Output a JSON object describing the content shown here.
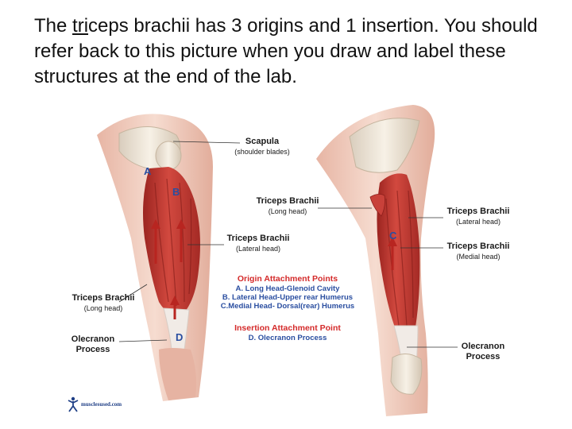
{
  "heading": {
    "part1": "The ",
    "underlined": "tri",
    "part2": "ceps brachii has 3 origins and 1 insertion. You should refer back to this picture when you draw and label these structures at the end of the lab."
  },
  "labels": {
    "scapula": {
      "title": "Scapula",
      "sub": "(shoulder blades)"
    },
    "tri_long_right": {
      "title": "Triceps Brachii",
      "sub": "(Long head)"
    },
    "tri_lateral_right": {
      "title": "Triceps Brachii",
      "sub": "(Lateral head)"
    },
    "tri_medial_right": {
      "title": "Triceps Brachii",
      "sub": "(Medial head)"
    },
    "tri_lateral_left": {
      "title": "Triceps Brachii",
      "sub": "(Lateral head)"
    },
    "tri_long_left": {
      "title": "Triceps Brachii",
      "sub": "(Long head)"
    },
    "olecranon_left": {
      "title": "Olecranon",
      "sub": "Process"
    },
    "olecranon_right": {
      "title": "Olecranon",
      "sub": "Process"
    }
  },
  "letters": {
    "a": "A",
    "b": "B",
    "c": "C",
    "d": "D"
  },
  "origin": {
    "heading": "Origin Attachment Points",
    "items": [
      "A. Long Head-Glenoid Cavity",
      "B. Lateral Head-Upper rear Humerus",
      "C.Medial Head- Dorsal(rear) Humerus"
    ]
  },
  "insertion": {
    "heading": "Insertion Attachment Point",
    "item": "D. Olecranon Process"
  },
  "logo": {
    "text": "musclesused.com",
    "icon": "running-figure-icon"
  },
  "colors": {
    "muscle": "#c8413a",
    "muscle_dark": "#8e1f1c",
    "skin": "#f2d0c2",
    "bone": "#efe6d8",
    "letter": "#2a4ea0",
    "legend_heading": "#d42a2a"
  }
}
